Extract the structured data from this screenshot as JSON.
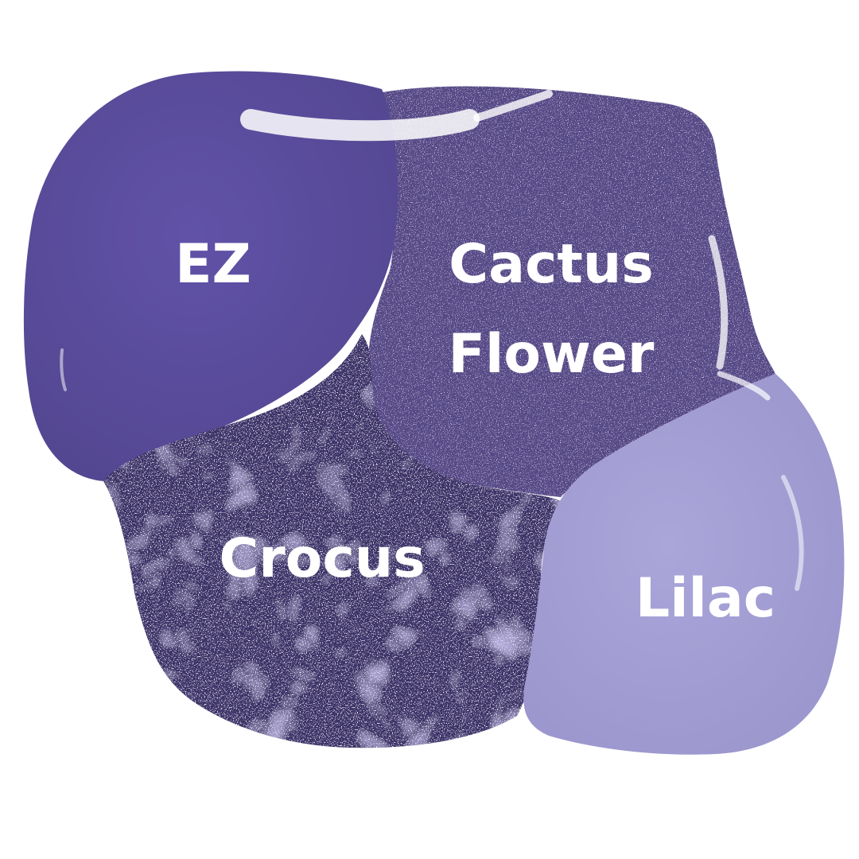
{
  "colors": {
    "background": "#ffffff",
    "ez": "#5a4c9e",
    "cactus_flower": "#544a86",
    "crocus": "#3b3166",
    "lilac": "#a39fd3",
    "label": "#ffffff"
  },
  "swatches": [
    {
      "id": "ez",
      "name": "EZ",
      "finish": "creme",
      "color": "#5a4c9e"
    },
    {
      "id": "cactus-flower",
      "name_lines": [
        "Cactus",
        "Flower"
      ],
      "finish": "shimmer",
      "color": "#544a86"
    },
    {
      "id": "crocus",
      "name": "Crocus",
      "finish": "glitter",
      "color": "#3b3166"
    },
    {
      "id": "lilac",
      "name": "Lilac",
      "finish": "creme",
      "color": "#a39fd3"
    }
  ]
}
